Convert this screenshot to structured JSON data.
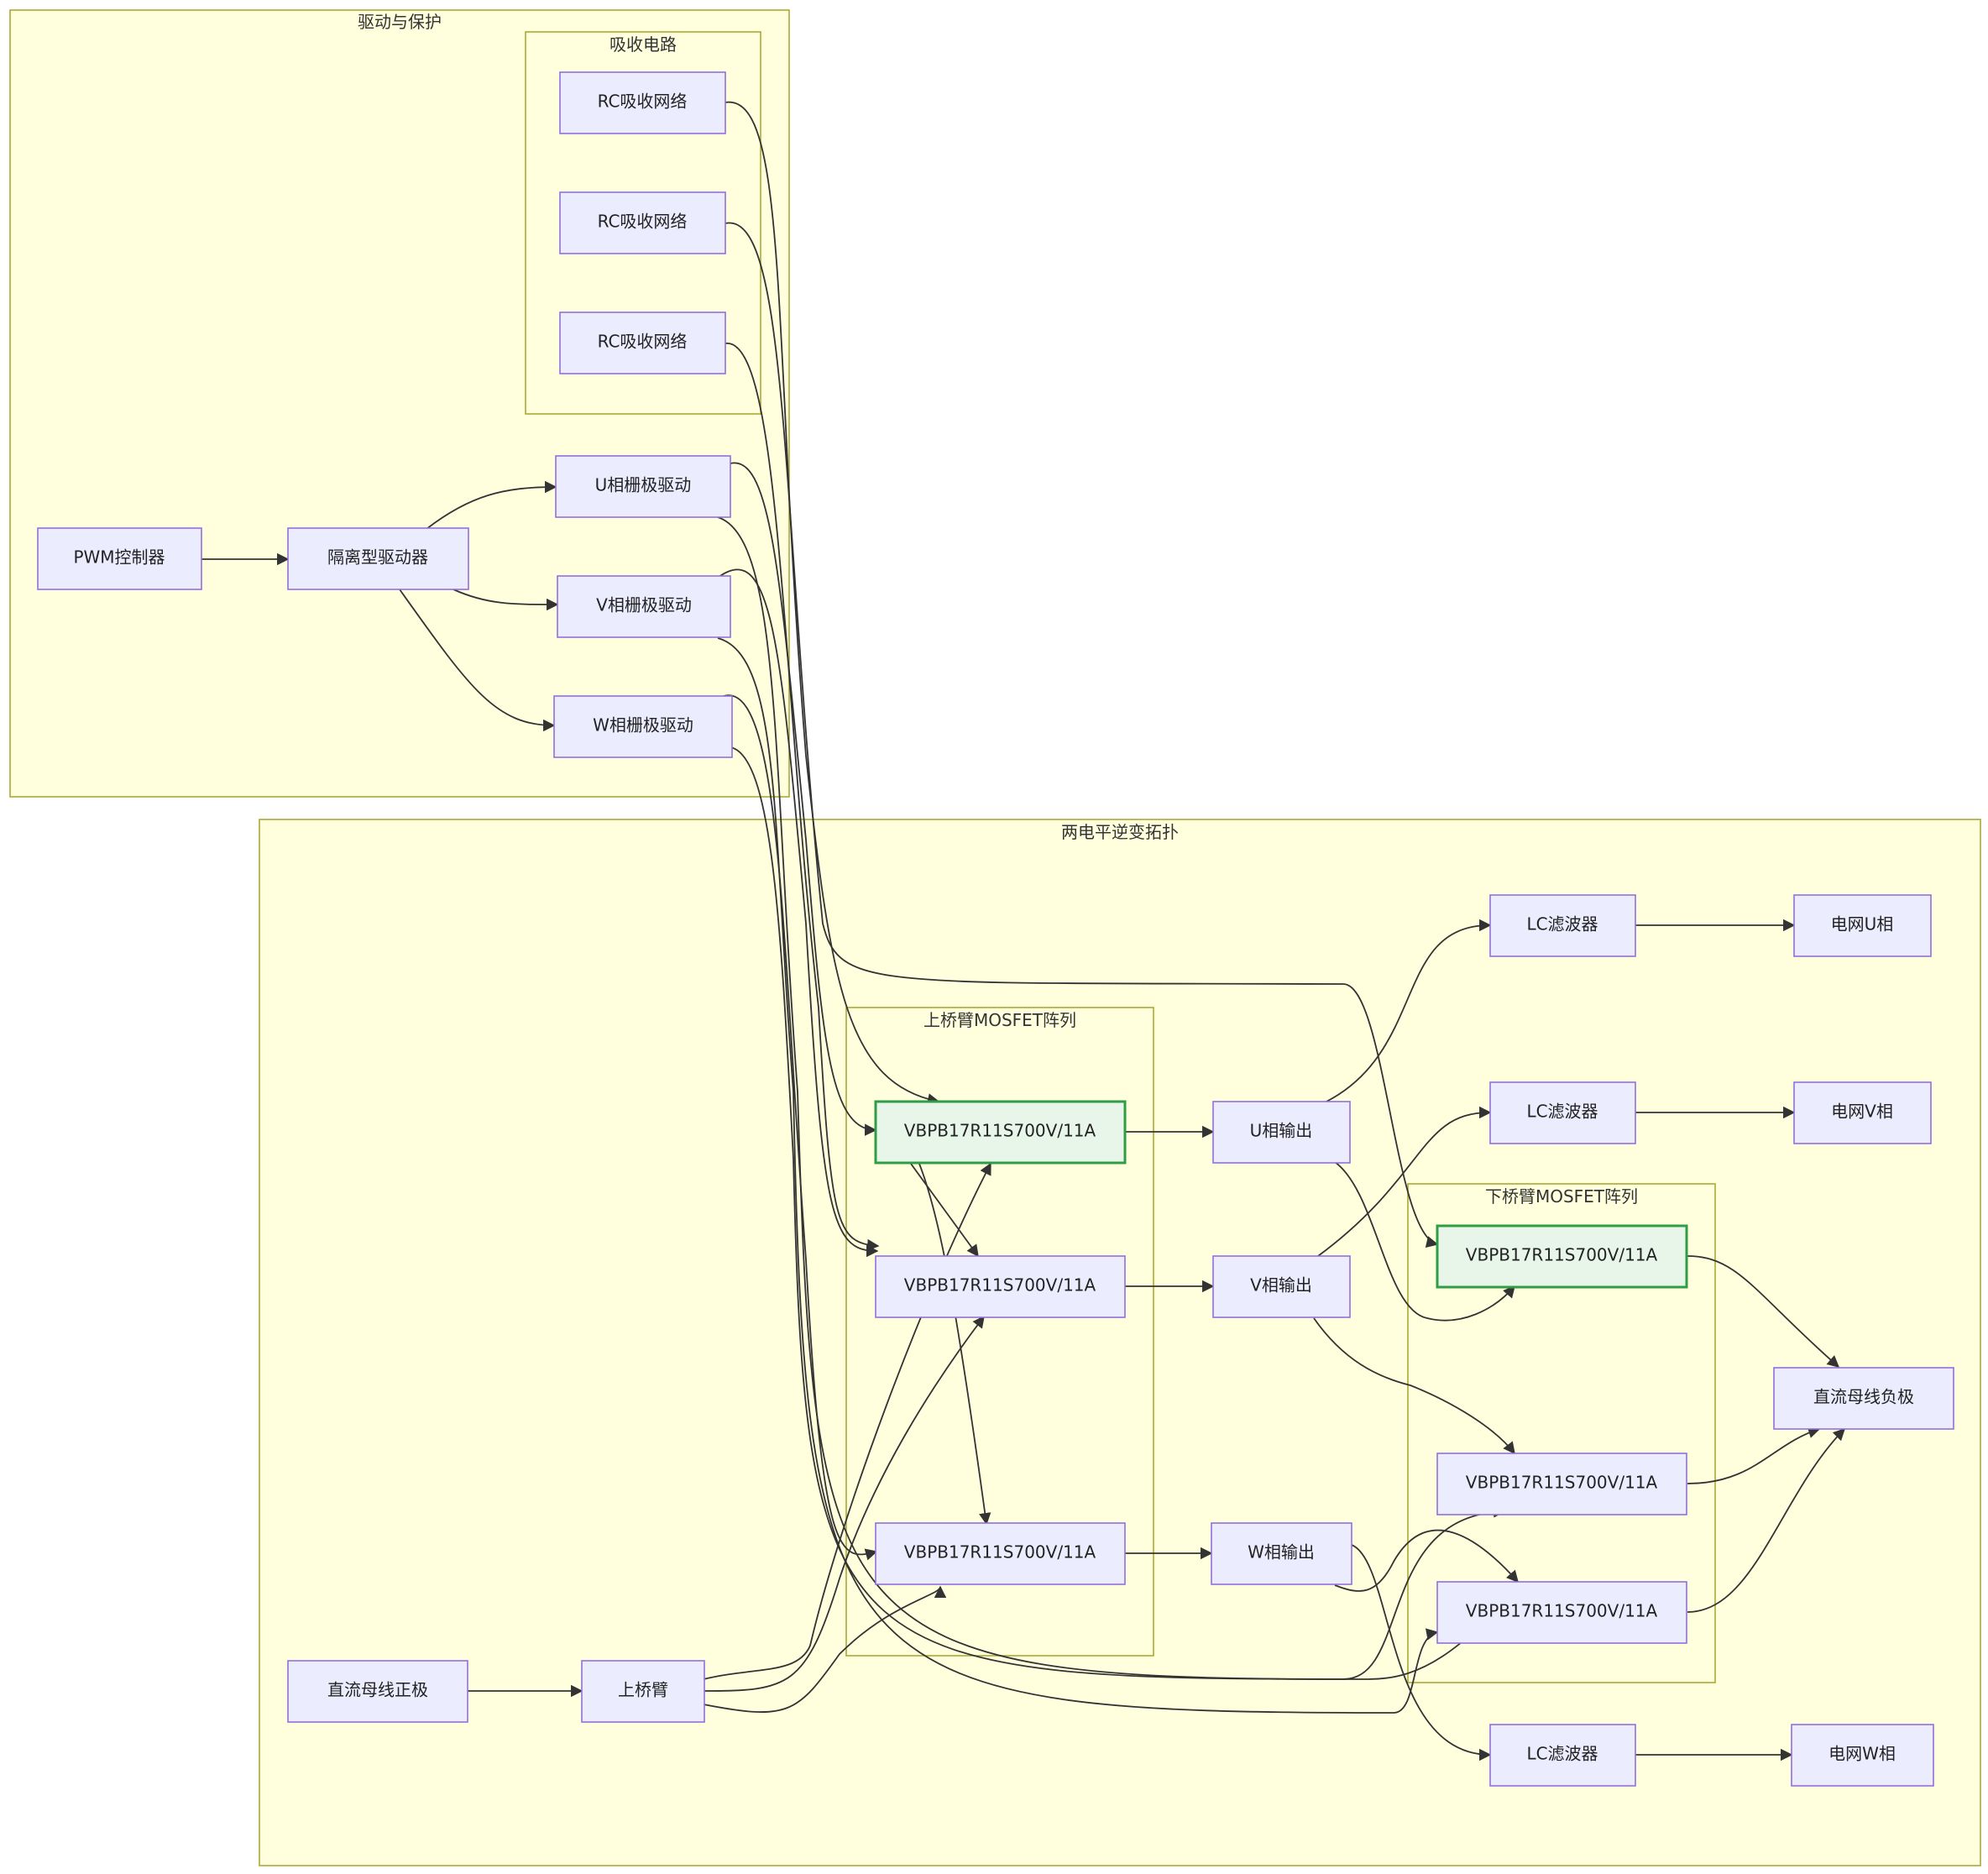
{
  "clusters": {
    "drive": "驱动与保护",
    "snubber": "吸收电路",
    "topology": "两电平逆变拓扑",
    "upper": "上桥臂MOSFET阵列",
    "lower": "下桥臂MOSFET阵列"
  },
  "nodes": {
    "rc1": "RC吸收网络",
    "rc2": "RC吸收网络",
    "rc3": "RC吸收网络",
    "pwm": "PWM控制器",
    "iso": "隔离型驱动器",
    "gu": "U相栅极驱动",
    "gv": "V相栅极驱动",
    "gw": "W相栅极驱动",
    "qu1": "VBPB17R11S700V/11A",
    "qu2": "VBPB17R11S700V/11A",
    "qu3": "VBPB17R11S700V/11A",
    "ql1": "VBPB17R11S700V/11A",
    "ql2": "VBPB17R11S700V/11A",
    "ql3": "VBPB17R11S700V/11A",
    "ou": "U相输出",
    "ov": "V相输出",
    "ow": "W相输出",
    "lc1": "LC滤波器",
    "lc2": "LC滤波器",
    "lc3": "LC滤波器",
    "gridu": "电网U相",
    "gridv": "电网V相",
    "gridw": "电网W相",
    "dcneg": "直流母线负极",
    "dcpos": "直流母线正极",
    "upperarm": "上桥臂"
  },
  "colors": {
    "cluster_fill": "#ffffde",
    "cluster_stroke": "#aaaa33",
    "node_fill": "#ececff",
    "node_stroke": "#9370db",
    "highlight_fill": "#e8f5e9",
    "highlight_stroke": "#2e9e44",
    "edge": "#333333"
  }
}
